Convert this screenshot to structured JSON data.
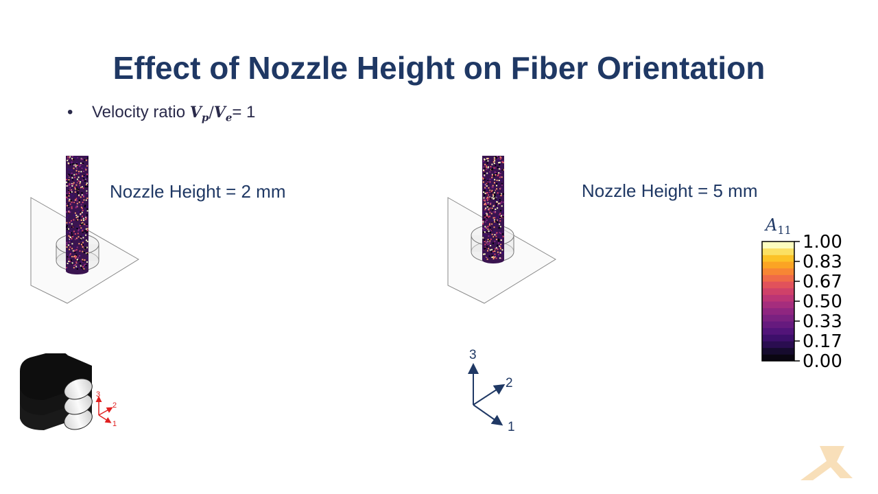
{
  "title": "Effect of Nozzle Height on Fiber Orientation",
  "bullet": {
    "marker": "•",
    "text_prefix": "Velocity ratio ",
    "math_numerator": "V",
    "math_numerator_sub": "p",
    "math_slash": "/",
    "math_denominator": "V",
    "math_denominator_sub": "e",
    "text_suffix": "= 1"
  },
  "panels": [
    {
      "label": "Nozzle Height = 2 mm"
    },
    {
      "label": "Nozzle Height = 5 mm"
    }
  ],
  "colorbar": {
    "title_main": "A",
    "title_sub": "11",
    "ticks": [
      "1.00",
      "0.83",
      "0.67",
      "0.50",
      "0.33",
      "0.17",
      "0.00"
    ],
    "colors": [
      "#0a0612",
      "#160b2e",
      "#2a0d50",
      "#3d0f6a",
      "#521479",
      "#661a7e",
      "#7a2180",
      "#8f2680",
      "#a52d7d",
      "#bb3575",
      "#cf4169",
      "#e1525b",
      "#ef6a48",
      "#f78634",
      "#fba424",
      "#fcc227",
      "#fbe063",
      "#fcfdbf"
    ],
    "sample_colors": [
      "#000004",
      "#3b0f70",
      "#8c2981",
      "#de4968",
      "#fe9f6d",
      "#fcfdbf"
    ]
  },
  "axes_triad": {
    "axis1": "1",
    "axis2": "2",
    "axis3": "3"
  },
  "inset_triad": {
    "axis1": "1",
    "axis2": "2",
    "axis3": "3",
    "color": "#e02020"
  },
  "accent_color": "#f3c98b"
}
